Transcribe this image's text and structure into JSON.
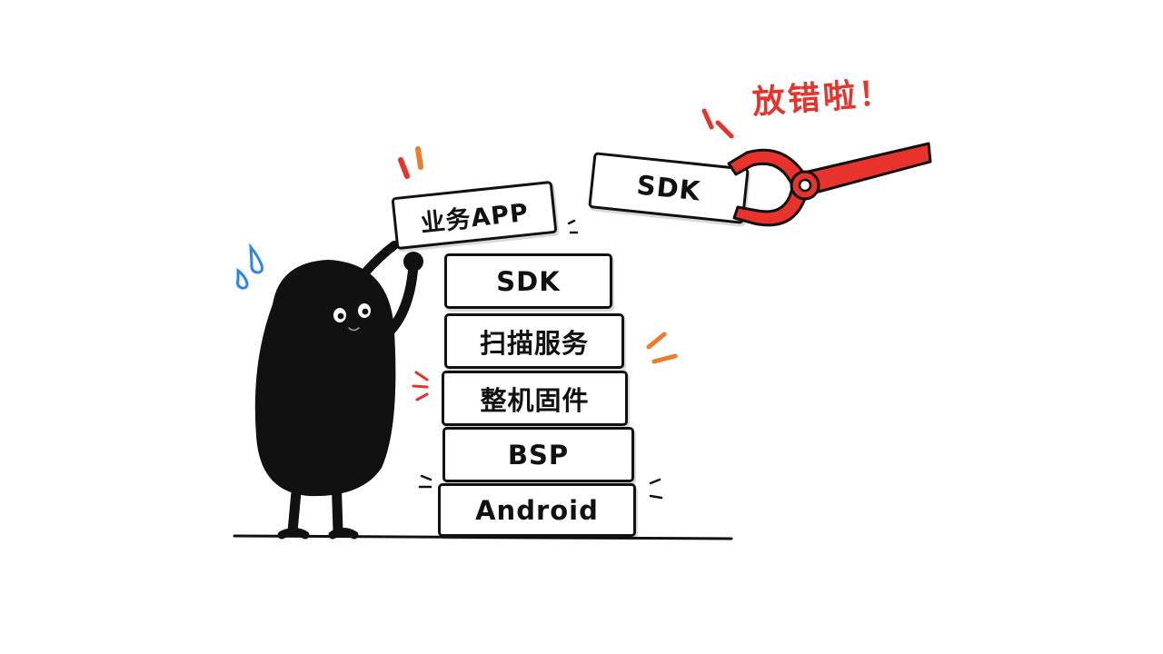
{
  "stack_layers": [
    "SDK",
    "扫描服务",
    "整机固件",
    "BSP",
    "Android"
  ],
  "held_block_label": "业务APP",
  "grabbed_block_label": "SDK",
  "exclamation": "放错啦！",
  "colors": {
    "ink": "#111111",
    "claw_red": "#e8322c",
    "accent_orange": "#f07a2c",
    "sweat_blue": "#2a86e8"
  },
  "icons": {
    "character": "black-blob-character",
    "claw": "robotic-claw-icon",
    "sweat": "sweat-drops-icon"
  }
}
